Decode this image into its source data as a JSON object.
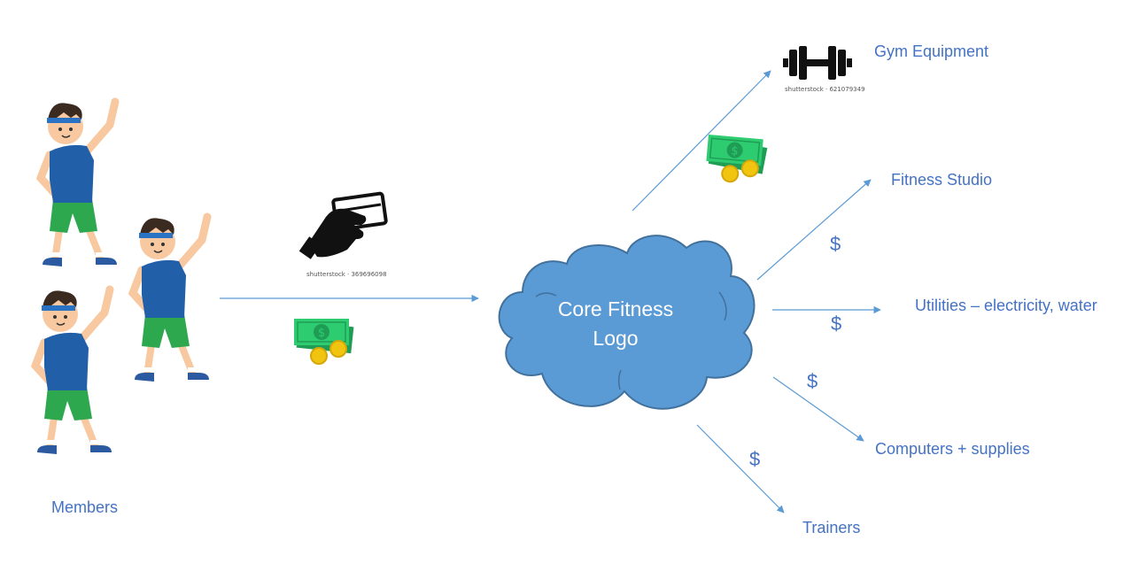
{
  "members": {
    "label": "Members"
  },
  "card_watermark": "shutterstock · 369696098",
  "center": {
    "line1": "Core Fitness",
    "line2": "Logo"
  },
  "destinations": [
    {
      "label": "Gym Equipment"
    },
    {
      "label": "Fitness Studio"
    },
    {
      "label": "Utilities – electricity, water"
    },
    {
      "label": "Computers + supplies"
    },
    {
      "label": "Trainers"
    }
  ],
  "dumbbell_watermark": "shutterstock · 621079349",
  "dollar_sign": "$",
  "colors": {
    "accent": "#4472c4",
    "arrow": "#5b9bd5",
    "cloud": "#5b9bd5",
    "cloud_border": "#41719c",
    "money": "#2ecc71",
    "coin": "#f1c40f"
  },
  "icons": [
    "member-figure",
    "credit-card-hand-icon",
    "money-icon",
    "dumbbell-icon",
    "cloud-shape"
  ]
}
